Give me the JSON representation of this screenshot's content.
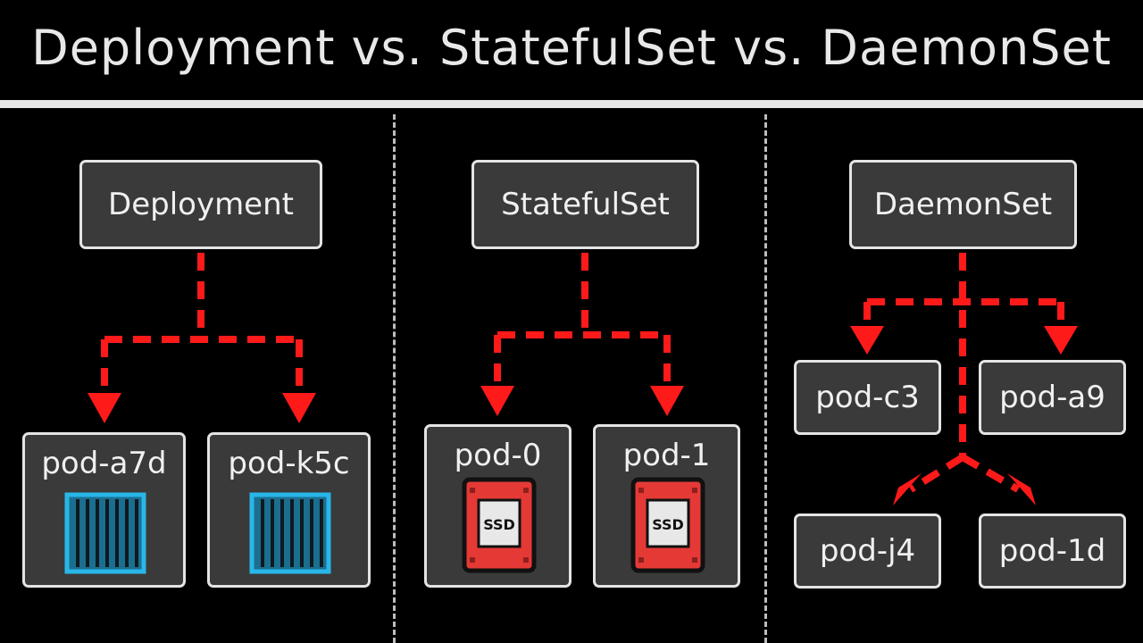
{
  "title": "Deployment vs. StatefulSet vs. DaemonSet",
  "colors": {
    "background": "#000000",
    "box_fill": "#3a3a3a",
    "box_border": "#e4e4e4",
    "arrow": "#ff1a1a",
    "container_icon": "#29b6e8",
    "ssd_red": "#e53935"
  },
  "deployment": {
    "label": "Deployment",
    "pods": [
      {
        "name": "pod-a7d",
        "icon": "container-icon"
      },
      {
        "name": "pod-k5c",
        "icon": "container-icon"
      }
    ]
  },
  "statefulset": {
    "label": "StatefulSet",
    "pods": [
      {
        "name": "pod-0",
        "icon": "ssd-icon",
        "icon_text": "SSD"
      },
      {
        "name": "pod-1",
        "icon": "ssd-icon",
        "icon_text": "SSD"
      }
    ]
  },
  "daemonset": {
    "label": "DaemonSet",
    "pods": [
      {
        "name": "pod-c3"
      },
      {
        "name": "pod-a9"
      },
      {
        "name": "pod-j4"
      },
      {
        "name": "pod-1d"
      }
    ]
  }
}
